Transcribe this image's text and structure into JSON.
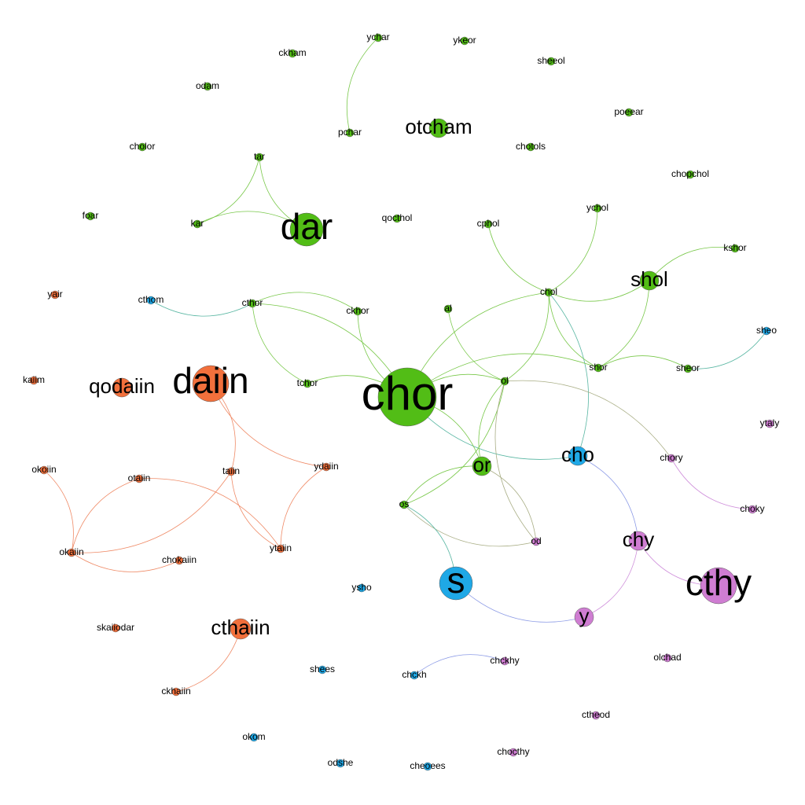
{
  "colors": {
    "green": "#52bd16",
    "orange": "#f2703c",
    "blue": "#1fa8e6",
    "purple": "#cf7dd2",
    "edge_green": "#79c84a",
    "edge_orange": "#ef8a66",
    "edge_teal": "#58b6a2",
    "edge_olive": "#a8ad84",
    "edge_blue": "#8c9be6",
    "edge_purple": "#cf8fdb",
    "edge_mixed": "#9aa7c0"
  },
  "nodes": [
    {
      "id": "ychar",
      "label": "ychar",
      "group": "green",
      "size": 1
    },
    {
      "id": "ykeor",
      "label": "ykeor",
      "group": "green",
      "size": 1
    },
    {
      "id": "ckham",
      "label": "ckham",
      "group": "green",
      "size": 1
    },
    {
      "id": "sheeol",
      "label": "sheeol",
      "group": "green",
      "size": 1
    },
    {
      "id": "odam",
      "label": "odam",
      "group": "green",
      "size": 1
    },
    {
      "id": "poeear",
      "label": "poeear",
      "group": "green",
      "size": 1
    },
    {
      "id": "pchar",
      "label": "pchar",
      "group": "green",
      "size": 1
    },
    {
      "id": "otcham",
      "label": "otcham",
      "group": "green",
      "size": 4
    },
    {
      "id": "cholor",
      "label": "cholor",
      "group": "green",
      "size": 1
    },
    {
      "id": "chotols",
      "label": "chotols",
      "group": "green",
      "size": 1
    },
    {
      "id": "chopchol",
      "label": "chopchol",
      "group": "green",
      "size": 1
    },
    {
      "id": "tar",
      "label": "tar",
      "group": "green",
      "size": 1
    },
    {
      "id": "foar",
      "label": "foar",
      "group": "green",
      "size": 1
    },
    {
      "id": "qocthol",
      "label": "qocthol",
      "group": "green",
      "size": 1
    },
    {
      "id": "ychol",
      "label": "ychol",
      "group": "green",
      "size": 1
    },
    {
      "id": "kar",
      "label": "kar",
      "group": "green",
      "size": 1
    },
    {
      "id": "dar",
      "label": "dar",
      "group": "green",
      "size": 6
    },
    {
      "id": "cphol",
      "label": "cphol",
      "group": "green",
      "size": 1
    },
    {
      "id": "kshor",
      "label": "kshor",
      "group": "green",
      "size": 1
    },
    {
      "id": "shol",
      "label": "shol",
      "group": "green",
      "size": 4
    },
    {
      "id": "yair",
      "label": "yair",
      "group": "orange",
      "size": 1
    },
    {
      "id": "chol",
      "label": "chol",
      "group": "green",
      "size": 1
    },
    {
      "id": "cthom",
      "label": "cthom",
      "group": "blue",
      "size": 1
    },
    {
      "id": "cthor",
      "label": "cthor",
      "group": "green",
      "size": 1
    },
    {
      "id": "al",
      "label": "al",
      "group": "green",
      "size": 1
    },
    {
      "id": "ckhor",
      "label": "ckhor",
      "group": "green",
      "size": 1
    },
    {
      "id": "sheo",
      "label": "sheo",
      "group": "blue",
      "size": 1
    },
    {
      "id": "shor",
      "label": "shor",
      "group": "green",
      "size": 1
    },
    {
      "id": "sheor",
      "label": "sheor",
      "group": "green",
      "size": 1
    },
    {
      "id": "kaiim",
      "label": "kaiim",
      "group": "orange",
      "size": 1
    },
    {
      "id": "qodaiin",
      "label": "qodaiin",
      "group": "orange",
      "size": 4
    },
    {
      "id": "daiin",
      "label": "daiin",
      "group": "orange",
      "size": 7
    },
    {
      "id": "tchor",
      "label": "tchor",
      "group": "green",
      "size": 1
    },
    {
      "id": "chor",
      "label": "chor",
      "group": "green",
      "size": 10
    },
    {
      "id": "ol",
      "label": "ol",
      "group": "green",
      "size": 1
    },
    {
      "id": "ytaly",
      "label": "ytaly",
      "group": "purple",
      "size": 1
    },
    {
      "id": "cho",
      "label": "cho",
      "group": "blue",
      "size": 4
    },
    {
      "id": "chory",
      "label": "chory",
      "group": "purple",
      "size": 1
    },
    {
      "id": "or",
      "label": "or",
      "group": "green",
      "size": 4
    },
    {
      "id": "okoiin",
      "label": "okoiin",
      "group": "orange",
      "size": 1
    },
    {
      "id": "otaiin",
      "label": "otaiin",
      "group": "orange",
      "size": 1
    },
    {
      "id": "taiin",
      "label": "taiin",
      "group": "orange",
      "size": 1
    },
    {
      "id": "ydaiin",
      "label": "ydaiin",
      "group": "orange",
      "size": 1
    },
    {
      "id": "os",
      "label": "os",
      "group": "green",
      "size": 1
    },
    {
      "id": "choky",
      "label": "choky",
      "group": "purple",
      "size": 1
    },
    {
      "id": "od",
      "label": "od",
      "group": "purple",
      "size": 1
    },
    {
      "id": "chy",
      "label": "chy",
      "group": "purple",
      "size": 4
    },
    {
      "id": "okaiin",
      "label": "okaiin",
      "group": "orange",
      "size": 1
    },
    {
      "id": "ytaiin",
      "label": "ytaiin",
      "group": "orange",
      "size": 1
    },
    {
      "id": "chokaiin",
      "label": "chokaiin",
      "group": "orange",
      "size": 1
    },
    {
      "id": "s",
      "label": "s",
      "group": "blue",
      "size": 6
    },
    {
      "id": "cthy",
      "label": "cthy",
      "group": "purple",
      "size": 7
    },
    {
      "id": "ysho",
      "label": "ysho",
      "group": "blue",
      "size": 1
    },
    {
      "id": "y",
      "label": "y",
      "group": "purple",
      "size": 4
    },
    {
      "id": "skaiiodar",
      "label": "skaiiodar",
      "group": "orange",
      "size": 1
    },
    {
      "id": "cthaiin",
      "label": "cthaiin",
      "group": "orange",
      "size": 5
    },
    {
      "id": "olchad",
      "label": "olchad",
      "group": "purple",
      "size": 1
    },
    {
      "id": "chckhy",
      "label": "chckhy",
      "group": "purple",
      "size": 1
    },
    {
      "id": "shees",
      "label": "shees",
      "group": "blue",
      "size": 1
    },
    {
      "id": "chckh",
      "label": "chckh",
      "group": "blue",
      "size": 1
    },
    {
      "id": "ckhaiin",
      "label": "ckhaiin",
      "group": "orange",
      "size": 1
    },
    {
      "id": "ctheod",
      "label": "ctheod",
      "group": "purple",
      "size": 1
    },
    {
      "id": "okom",
      "label": "okom",
      "group": "blue",
      "size": 1
    },
    {
      "id": "chocthy",
      "label": "chocthy",
      "group": "purple",
      "size": 1
    },
    {
      "id": "odshe",
      "label": "odshe",
      "group": "blue",
      "size": 1
    },
    {
      "id": "cheoees",
      "label": "cheoees",
      "group": "blue",
      "size": 1
    }
  ],
  "edges": [
    {
      "from": "ychar",
      "to": "pchar",
      "color": "edge_green"
    },
    {
      "from": "tar",
      "to": "kar",
      "color": "edge_green"
    },
    {
      "from": "tar",
      "to": "dar",
      "color": "edge_green"
    },
    {
      "from": "kar",
      "to": "dar",
      "color": "edge_green"
    },
    {
      "from": "cthom",
      "to": "cthor",
      "color": "edge_teal"
    },
    {
      "from": "cthor",
      "to": "ckhor",
      "color": "edge_green"
    },
    {
      "from": "cthor",
      "to": "tchor",
      "color": "edge_green"
    },
    {
      "from": "cthor",
      "to": "chor",
      "color": "edge_green"
    },
    {
      "from": "ckhor",
      "to": "chor",
      "color": "edge_green"
    },
    {
      "from": "tchor",
      "to": "chor",
      "color": "edge_green"
    },
    {
      "from": "cphol",
      "to": "chol",
      "color": "edge_green"
    },
    {
      "from": "ychol",
      "to": "chol",
      "color": "edge_green"
    },
    {
      "from": "chol",
      "to": "shol",
      "color": "edge_green"
    },
    {
      "from": "chol",
      "to": "ol",
      "color": "edge_green"
    },
    {
      "from": "chol",
      "to": "chor",
      "color": "edge_green"
    },
    {
      "from": "chol",
      "to": "cho",
      "color": "edge_teal"
    },
    {
      "from": "kshor",
      "to": "shol",
      "color": "edge_green"
    },
    {
      "from": "shol",
      "to": "shor",
      "color": "edge_green"
    },
    {
      "from": "chol",
      "to": "shor",
      "color": "edge_green"
    },
    {
      "from": "shor",
      "to": "sheor",
      "color": "edge_green"
    },
    {
      "from": "sheor",
      "to": "sheo",
      "color": "edge_teal"
    },
    {
      "from": "chor",
      "to": "shor",
      "color": "edge_green"
    },
    {
      "from": "al",
      "to": "ol",
      "color": "edge_green"
    },
    {
      "from": "chor",
      "to": "ol",
      "color": "edge_green"
    },
    {
      "from": "chor",
      "to": "cho",
      "color": "edge_teal"
    },
    {
      "from": "chor",
      "to": "or",
      "color": "edge_green"
    },
    {
      "from": "ol",
      "to": "or",
      "color": "edge_green"
    },
    {
      "from": "ol",
      "to": "os",
      "color": "edge_green"
    },
    {
      "from": "ol",
      "to": "od",
      "color": "edge_olive"
    },
    {
      "from": "ol",
      "to": "chory",
      "color": "edge_olive"
    },
    {
      "from": "or",
      "to": "os",
      "color": "edge_green"
    },
    {
      "from": "or",
      "to": "od",
      "color": "edge_olive"
    },
    {
      "from": "os",
      "to": "od",
      "color": "edge_olive"
    },
    {
      "from": "os",
      "to": "s",
      "color": "edge_teal"
    },
    {
      "from": "chory",
      "to": "choky",
      "color": "edge_purple"
    },
    {
      "from": "cho",
      "to": "chy",
      "color": "edge_blue"
    },
    {
      "from": "chy",
      "to": "cthy",
      "color": "edge_purple"
    },
    {
      "from": "chy",
      "to": "y",
      "color": "edge_purple"
    },
    {
      "from": "s",
      "to": "y",
      "color": "edge_blue"
    },
    {
      "from": "chckh",
      "to": "chckhy",
      "color": "edge_blue"
    },
    {
      "from": "daiin",
      "to": "ydaiin",
      "color": "edge_orange"
    },
    {
      "from": "daiin",
      "to": "taiin",
      "color": "edge_orange"
    },
    {
      "from": "taiin",
      "to": "ytaiin",
      "color": "edge_orange"
    },
    {
      "from": "otaiin",
      "to": "ytaiin",
      "color": "edge_orange"
    },
    {
      "from": "otaiin",
      "to": "okaiin",
      "color": "edge_orange"
    },
    {
      "from": "okoiin",
      "to": "okaiin",
      "color": "edge_orange"
    },
    {
      "from": "okaiin",
      "to": "chokaiin",
      "color": "edge_orange"
    },
    {
      "from": "taiin",
      "to": "okaiin",
      "color": "edge_orange"
    },
    {
      "from": "ydaiin",
      "to": "ytaiin",
      "color": "edge_orange"
    },
    {
      "from": "cthaiin",
      "to": "ckhaiin",
      "color": "edge_orange"
    }
  ]
}
